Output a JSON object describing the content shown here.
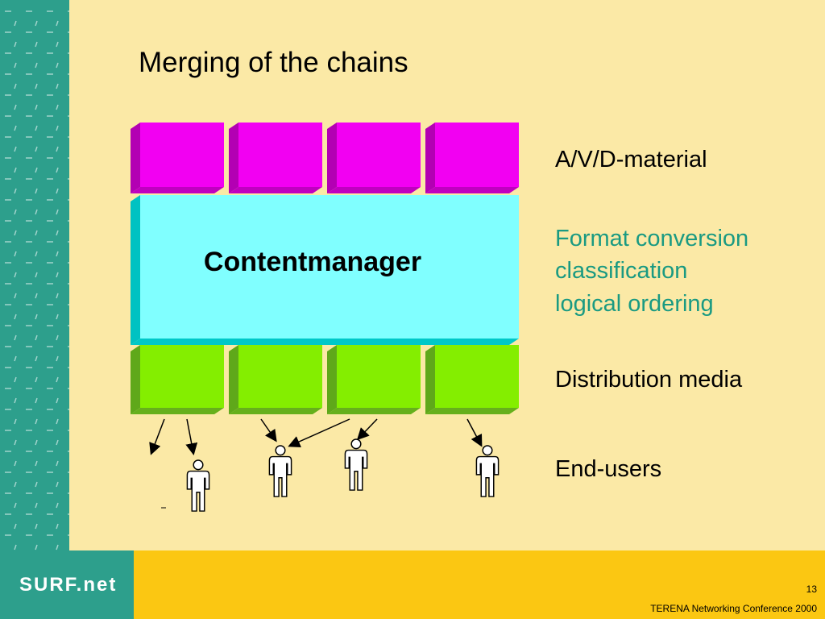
{
  "title": "Merging of the chains",
  "labels": {
    "material": "A/V/D-material",
    "format_lines": [
      "Format conversion",
      "classification",
      "logical ordering"
    ],
    "distribution": "Distribution media",
    "end_users": "End-users"
  },
  "content_box": {
    "label": "Contentmanager"
  },
  "footer": {
    "page_number": "13",
    "conference": "TERENA Networking Conference 2000",
    "logo": "SURF.net"
  },
  "colors": {
    "sidebar": "#2d9f8c",
    "background": "#fbe9a6",
    "footer": "#fbc712",
    "magenta_block": "#f200f2",
    "cyan_box": "#80ffff",
    "green_block": "#84ee00",
    "teal_text": "#1a9a82"
  },
  "icons": [
    "person-icon",
    "arrow-icon"
  ]
}
